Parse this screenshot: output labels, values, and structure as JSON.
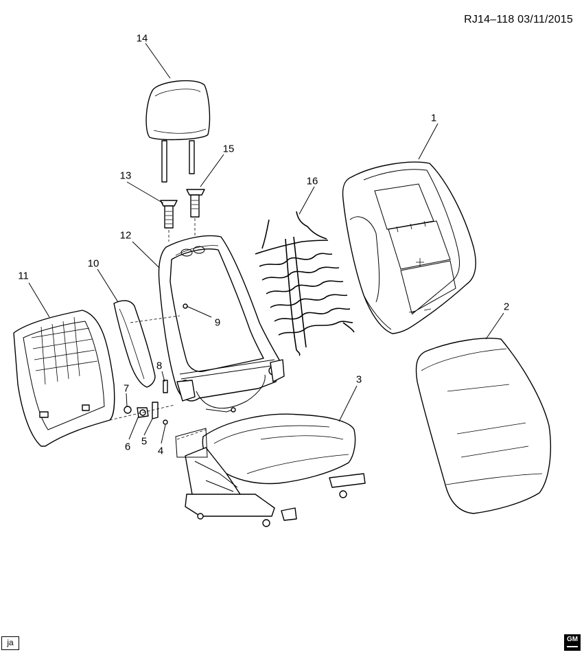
{
  "header": {
    "ref": "RJ14–118  03/11/2015"
  },
  "footer": {
    "tag": "ja",
    "logo": "GM"
  },
  "callouts": [
    {
      "id": "1",
      "label": "1"
    },
    {
      "id": "2",
      "label": "2"
    },
    {
      "id": "3",
      "label": "3"
    },
    {
      "id": "4",
      "label": "4"
    },
    {
      "id": "5",
      "label": "5"
    },
    {
      "id": "6",
      "label": "6"
    },
    {
      "id": "7",
      "label": "7"
    },
    {
      "id": "8",
      "label": "8"
    },
    {
      "id": "9",
      "label": "9"
    },
    {
      "id": "10",
      "label": "10"
    },
    {
      "id": "11",
      "label": "11"
    },
    {
      "id": "12",
      "label": "12"
    },
    {
      "id": "13",
      "label": "13"
    },
    {
      "id": "14",
      "label": "14"
    },
    {
      "id": "15",
      "label": "15"
    },
    {
      "id": "16",
      "label": "16"
    }
  ],
  "colors": {
    "line": "#000000",
    "background": "#ffffff"
  }
}
